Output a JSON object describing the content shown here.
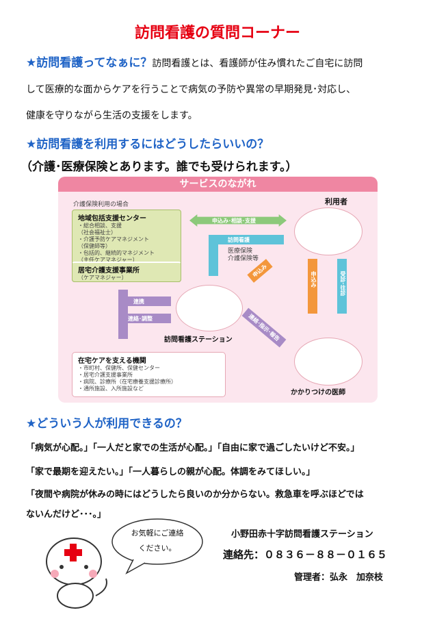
{
  "title": "訪問看護の質問コーナー",
  "s1": {
    "heading": "★訪問看護ってなぁに？",
    "lines": [
      "訪問看護とは、看護師が住み慣れたご自宅に訪問",
      "して医療的な面からケアを行うことで病気の予防や異常の早期発見･対応し、",
      "健康を守りながら生活の支援をします。"
    ]
  },
  "s2": {
    "heading": "★訪問看護を利用するにはどうしたらいいの？",
    "sub": "（介護･医療保険とあります。誰でも受けられます。）"
  },
  "diagram": {
    "header": "サービスのながれ",
    "care_case": "介護保険利用の場合",
    "center_title": "地域包括支援センター",
    "center_items": [
      "・総合相談、支援",
      "（社会福祉士）",
      "・介護予防ケアマネジメント",
      "（保健師等）",
      "・包括的、継続的マネジメント",
      "（主任ケアマネジャー）"
    ],
    "kyotaku": "居宅介護支援事業所",
    "kyotaku_sub": "（ケアマネジャー）",
    "user": "利用者",
    "arrow_apply": "申込み･相談･支援",
    "arrow_visit": "訪問看護",
    "insurance": [
      "医療保険",
      "介護保険等"
    ],
    "arrow_moushikomi": "申込み",
    "arrow_moushikomi2": "申込み",
    "arrow_jushin": "受診･往診",
    "renkei": "連携",
    "renraku": "連絡･調整",
    "station": "訪問看護ステーション",
    "shiji": "連絡･指示･報告",
    "doctor": "かかりつけの医師",
    "org_title": "在宅ケアを支える機関",
    "org_items": [
      "・市町村、保健所、保健センター",
      "・居宅介護支援事業所",
      "・病院、診療所（在宅療養支援診療所）",
      "・通所施設、入所施設など"
    ]
  },
  "s3": {
    "heading": "★どういう人が利用できるの？",
    "quotes": [
      "「病気が心配。」「一人だと家での生活が心配。」「自由に家で過ごしたいけど不安。」",
      "「家で最期を迎えたい。」「一人暮らしの親が心配。体調をみてほしい。」",
      "「夜間や病院が休みの時にはどうしたら良いのか分からない。救急車を呼ぶほどでは",
      "ないんだけど･･･。」"
    ]
  },
  "bubble": [
    "お気軽にご連絡",
    "ください。"
  ],
  "footer": {
    "org": "小野田赤十字訪問看護ステーション",
    "contact": "連絡先：０８３６－８８－０１６５",
    "manager": "管理者：弘永　加奈枝"
  }
}
